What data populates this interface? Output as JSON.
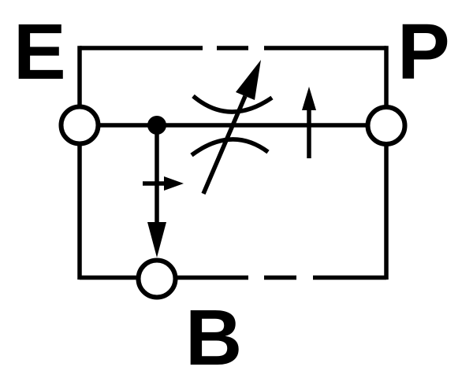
{
  "page": {
    "background": "#ffffff"
  },
  "diagram": {
    "title": "Flow control valve schematic symbol",
    "line_color": "#000000",
    "port_labels": {
      "e": "E",
      "p": "P",
      "b": "B"
    },
    "symbols": {
      "enclosure": "dashed-enclosure-frame",
      "throttle": "variable-throttle-icon",
      "junction": "junction-dot",
      "ports": [
        "port-circle-e",
        "port-circle-p",
        "port-circle-b"
      ],
      "arrows": [
        "adjustment-arrow-icon",
        "flow-arrow-up-icon",
        "flow-arrow-down-icon",
        "flow-arrow-right-icon"
      ]
    }
  }
}
